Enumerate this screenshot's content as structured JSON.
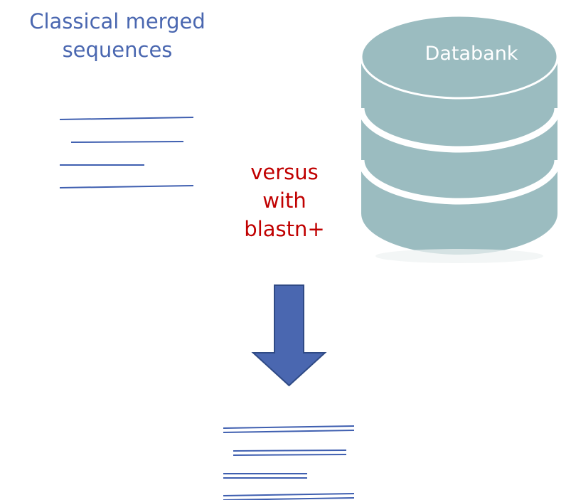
{
  "input": {
    "title_line1": "Classical merged",
    "title_line2": "sequences",
    "color": "#4a67b0"
  },
  "operation": {
    "line1": "versus",
    "line2": "with",
    "line3": "blastn+",
    "color": "#c00000"
  },
  "databank": {
    "label": "Databank",
    "fill_color": "#9bbcc0",
    "label_color": "#ffffff"
  },
  "arrow": {
    "fill_color": "#4a67b0",
    "stroke_color": "#2f4a85",
    "direction": "down"
  },
  "sequence_line_color": "#3f5fb0"
}
